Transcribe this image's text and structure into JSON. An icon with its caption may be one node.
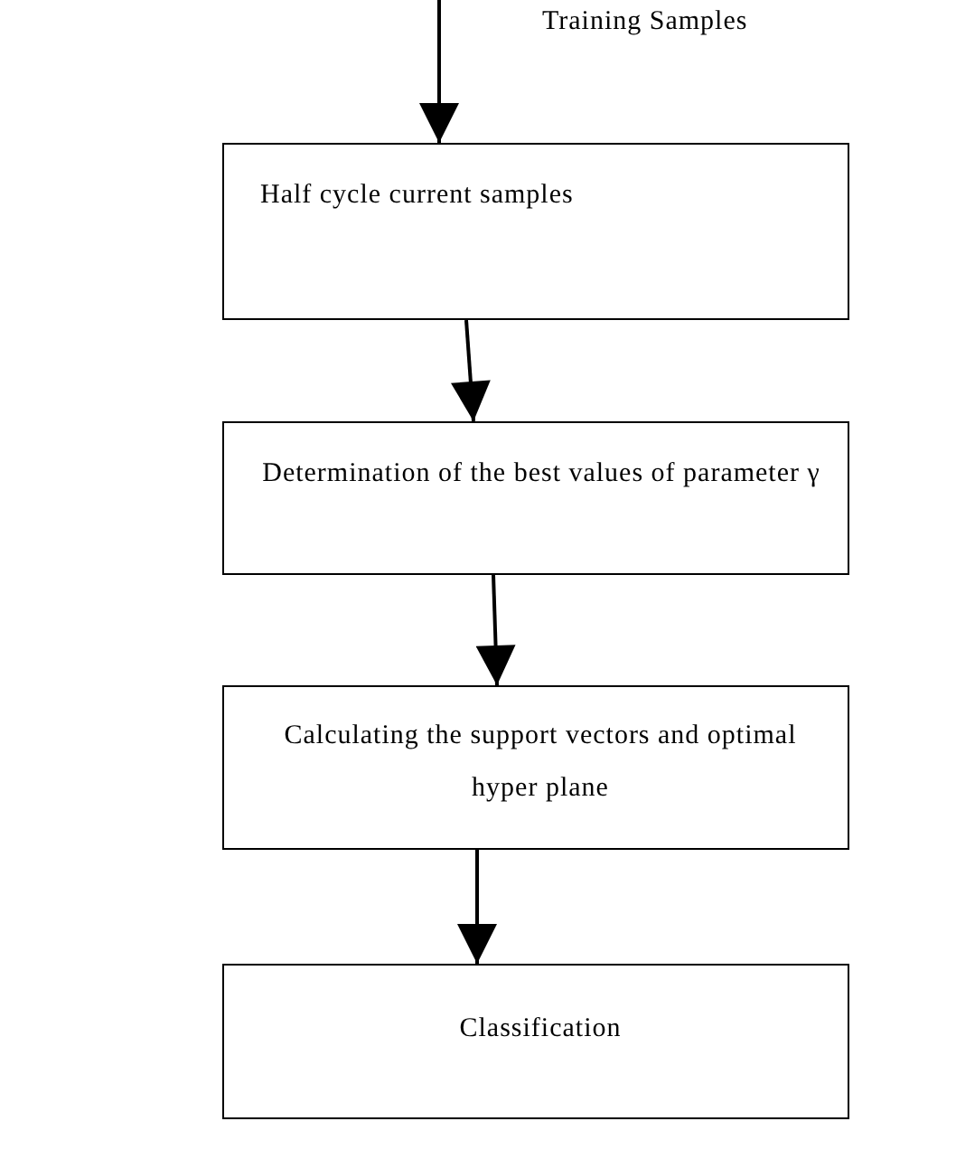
{
  "diagram": {
    "nodes": [
      {
        "text": [
          "Half cycle current samples"
        ]
      },
      {
        "text": [
          "Determination of the best values of parameter γ"
        ]
      },
      {
        "text": [
          "Calculating the support vectors and optimal hyper plane"
        ]
      },
      {
        "text": [
          "Classification"
        ]
      }
    ],
    "edges": [
      {
        "from": null,
        "to": 0,
        "arrow": "to",
        "label": "Training Samples"
      },
      {
        "from": 0,
        "to": 1,
        "arrow": "to"
      },
      {
        "from": 1,
        "to": 2,
        "arrow": "to"
      },
      {
        "from": 2,
        "to": 3,
        "arrow": "to"
      }
    ]
  }
}
